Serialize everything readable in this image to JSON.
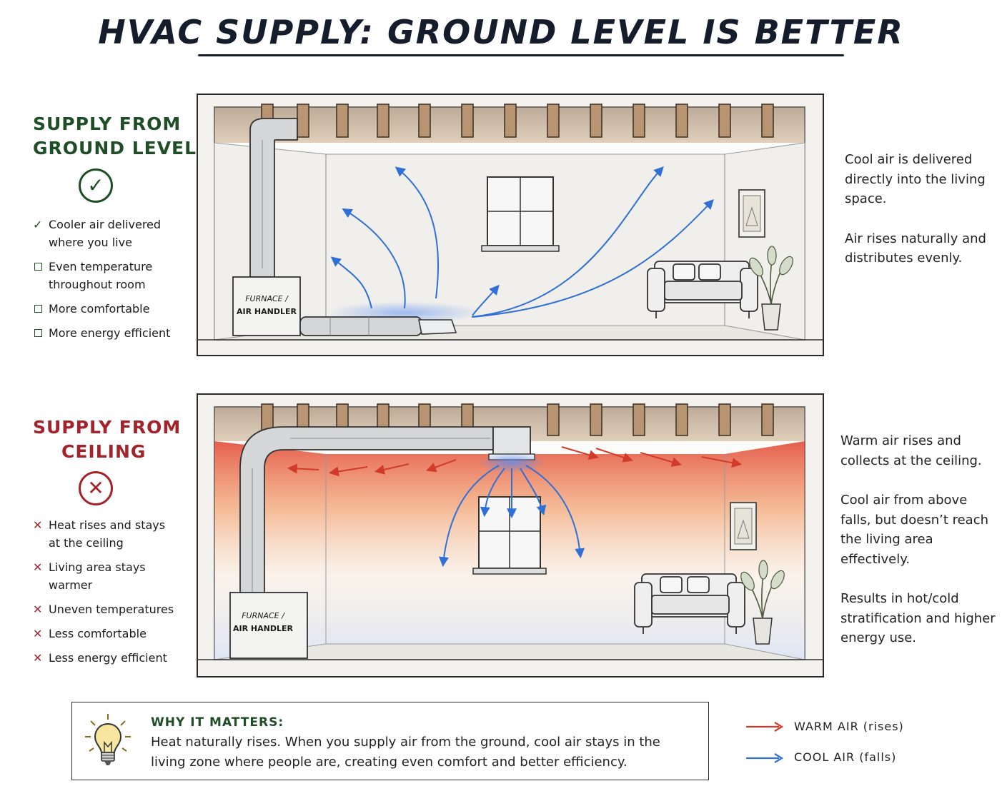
{
  "title": "HVAC SUPPLY: GROUND LEVEL IS BETTER",
  "ground": {
    "heading_line1": "SUPPLY FROM",
    "heading_line2": "GROUND LEVEL",
    "items": [
      {
        "line1": "Cooler air delivered",
        "line2": "where you live",
        "checked": true
      },
      {
        "line1": "Even temperature",
        "line2": "throughout room",
        "checked": false
      },
      {
        "line1": "More comfortable",
        "line2": "",
        "checked": false
      },
      {
        "line1": "More energy efficient",
        "line2": "",
        "checked": false
      }
    ],
    "unit_label_line1": "FURNACE /",
    "unit_label_line2": "AIR HANDLER",
    "notes": [
      "Cool air is delivered directly into the living space.",
      "Air rises naturally and distributes evenly."
    ]
  },
  "ceiling": {
    "heading_line1": "SUPPLY FROM",
    "heading_line2": "CEILING",
    "items": [
      {
        "line1": "Heat rises and stays",
        "line2": "at the ceiling"
      },
      {
        "line1": "Living area stays",
        "line2": "warmer"
      },
      {
        "line1": "Uneven temperatures",
        "line2": ""
      },
      {
        "line1": "Less comfortable",
        "line2": ""
      },
      {
        "line1": "Less energy efficient",
        "line2": ""
      }
    ],
    "unit_label_line1": "FURNACE /",
    "unit_label_line2": "AIR HANDLER",
    "notes": [
      "Warm air rises and collects at the ceiling.",
      "Cool air from above falls, but doesn’t reach the living area effectively.",
      "Results in hot/cold stratification and higher energy use."
    ]
  },
  "why": {
    "title": "WHY IT MATTERS:",
    "text": "Heat naturally rises. When you supply air from the ground, cool air stays in the living zone where people are, creating even comfort and better efficiency."
  },
  "legend": {
    "warm": "WARM AIR (rises)",
    "cool": "COOL AIR (falls)"
  },
  "colors": {
    "good": "#1f4d26",
    "bad": "#a3232a",
    "warm": "#d23a2a",
    "cool": "#2f6fd6",
    "ink": "#151c2c"
  },
  "icons": [
    "check-circle-icon",
    "x-circle-icon",
    "check-icon",
    "checkbox-icon",
    "x-icon",
    "lightbulb-icon"
  ]
}
